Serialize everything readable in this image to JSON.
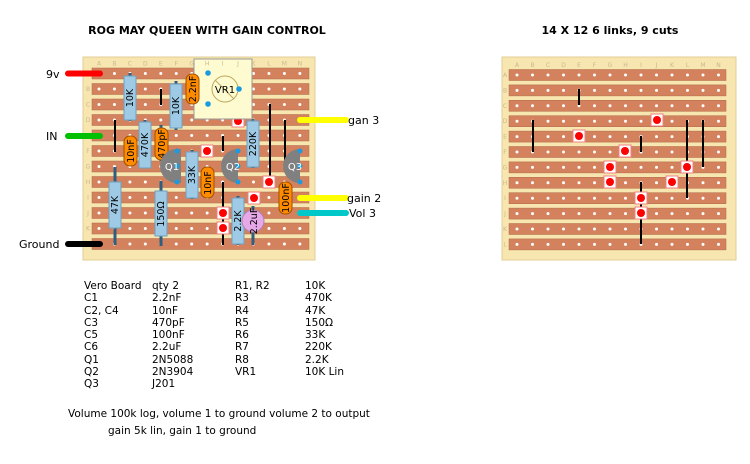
{
  "titles": {
    "left": "ROG MAY QUEEN WITH GAIN CONTROL",
    "right": "14 X 12   6 links, 9 cuts"
  },
  "columns": [
    "A",
    "B",
    "C",
    "D",
    "E",
    "F",
    "G",
    "H",
    "I",
    "J",
    "K",
    "L",
    "M",
    "N"
  ],
  "rows": [
    "A",
    "B",
    "C",
    "D",
    "E",
    "F",
    "G",
    "H",
    "I",
    "J",
    "K",
    "L"
  ],
  "wires": {
    "power": "9v",
    "input": "IN",
    "ground": "Ground",
    "gain3": "gan 3",
    "gain2": "gain 2",
    "vol3": "Vol 3"
  },
  "components": {
    "vr1": "VR1",
    "r1": "10K",
    "r2": "10K",
    "c1": "2.2nF",
    "r3": "470K",
    "c3": "470pF",
    "c2": "10nF",
    "q1": "Q1",
    "q2": "Q2",
    "q3": "Q3",
    "r6": "33K",
    "c4": "10nF",
    "r7": "220K",
    "r4": "47K",
    "r5": "150Ω",
    "r8": "2.2K",
    "c6": "2.2uF",
    "c5": "100nF"
  },
  "parts_list": {
    "left": [
      [
        "Vero Board",
        "qty 2"
      ],
      [
        "C1",
        "2.2nF"
      ],
      [
        "C2, C4",
        "10nF"
      ],
      [
        "C3",
        "470pF"
      ],
      [
        "C5",
        "100nF"
      ],
      [
        "C6",
        "2.2uF"
      ],
      [
        "Q1",
        "2N5088"
      ],
      [
        "Q2",
        "2N3904"
      ],
      [
        "Q3",
        "J201"
      ]
    ],
    "right": [
      [
        "R1, R2",
        "10K"
      ],
      [
        "R3",
        "470K"
      ],
      [
        "R4",
        "47K"
      ],
      [
        "R5",
        "150Ω"
      ],
      [
        "R6",
        "33K"
      ],
      [
        "R7",
        "220K"
      ],
      [
        "R8",
        "2.2K"
      ],
      [
        "VR1",
        "10K Lin"
      ]
    ]
  },
  "notes": [
    "Volume 100k log,  volume 1 to ground volume 2 to output",
    "gain 5k lin, gain 1 to ground"
  ],
  "colors": {
    "board": "#f7e6b0",
    "strip": "#d4825e",
    "resistor": "#9ecae6",
    "capacitor": "#ff8c00",
    "transistor": "#808080",
    "cut": "#ff0000"
  }
}
